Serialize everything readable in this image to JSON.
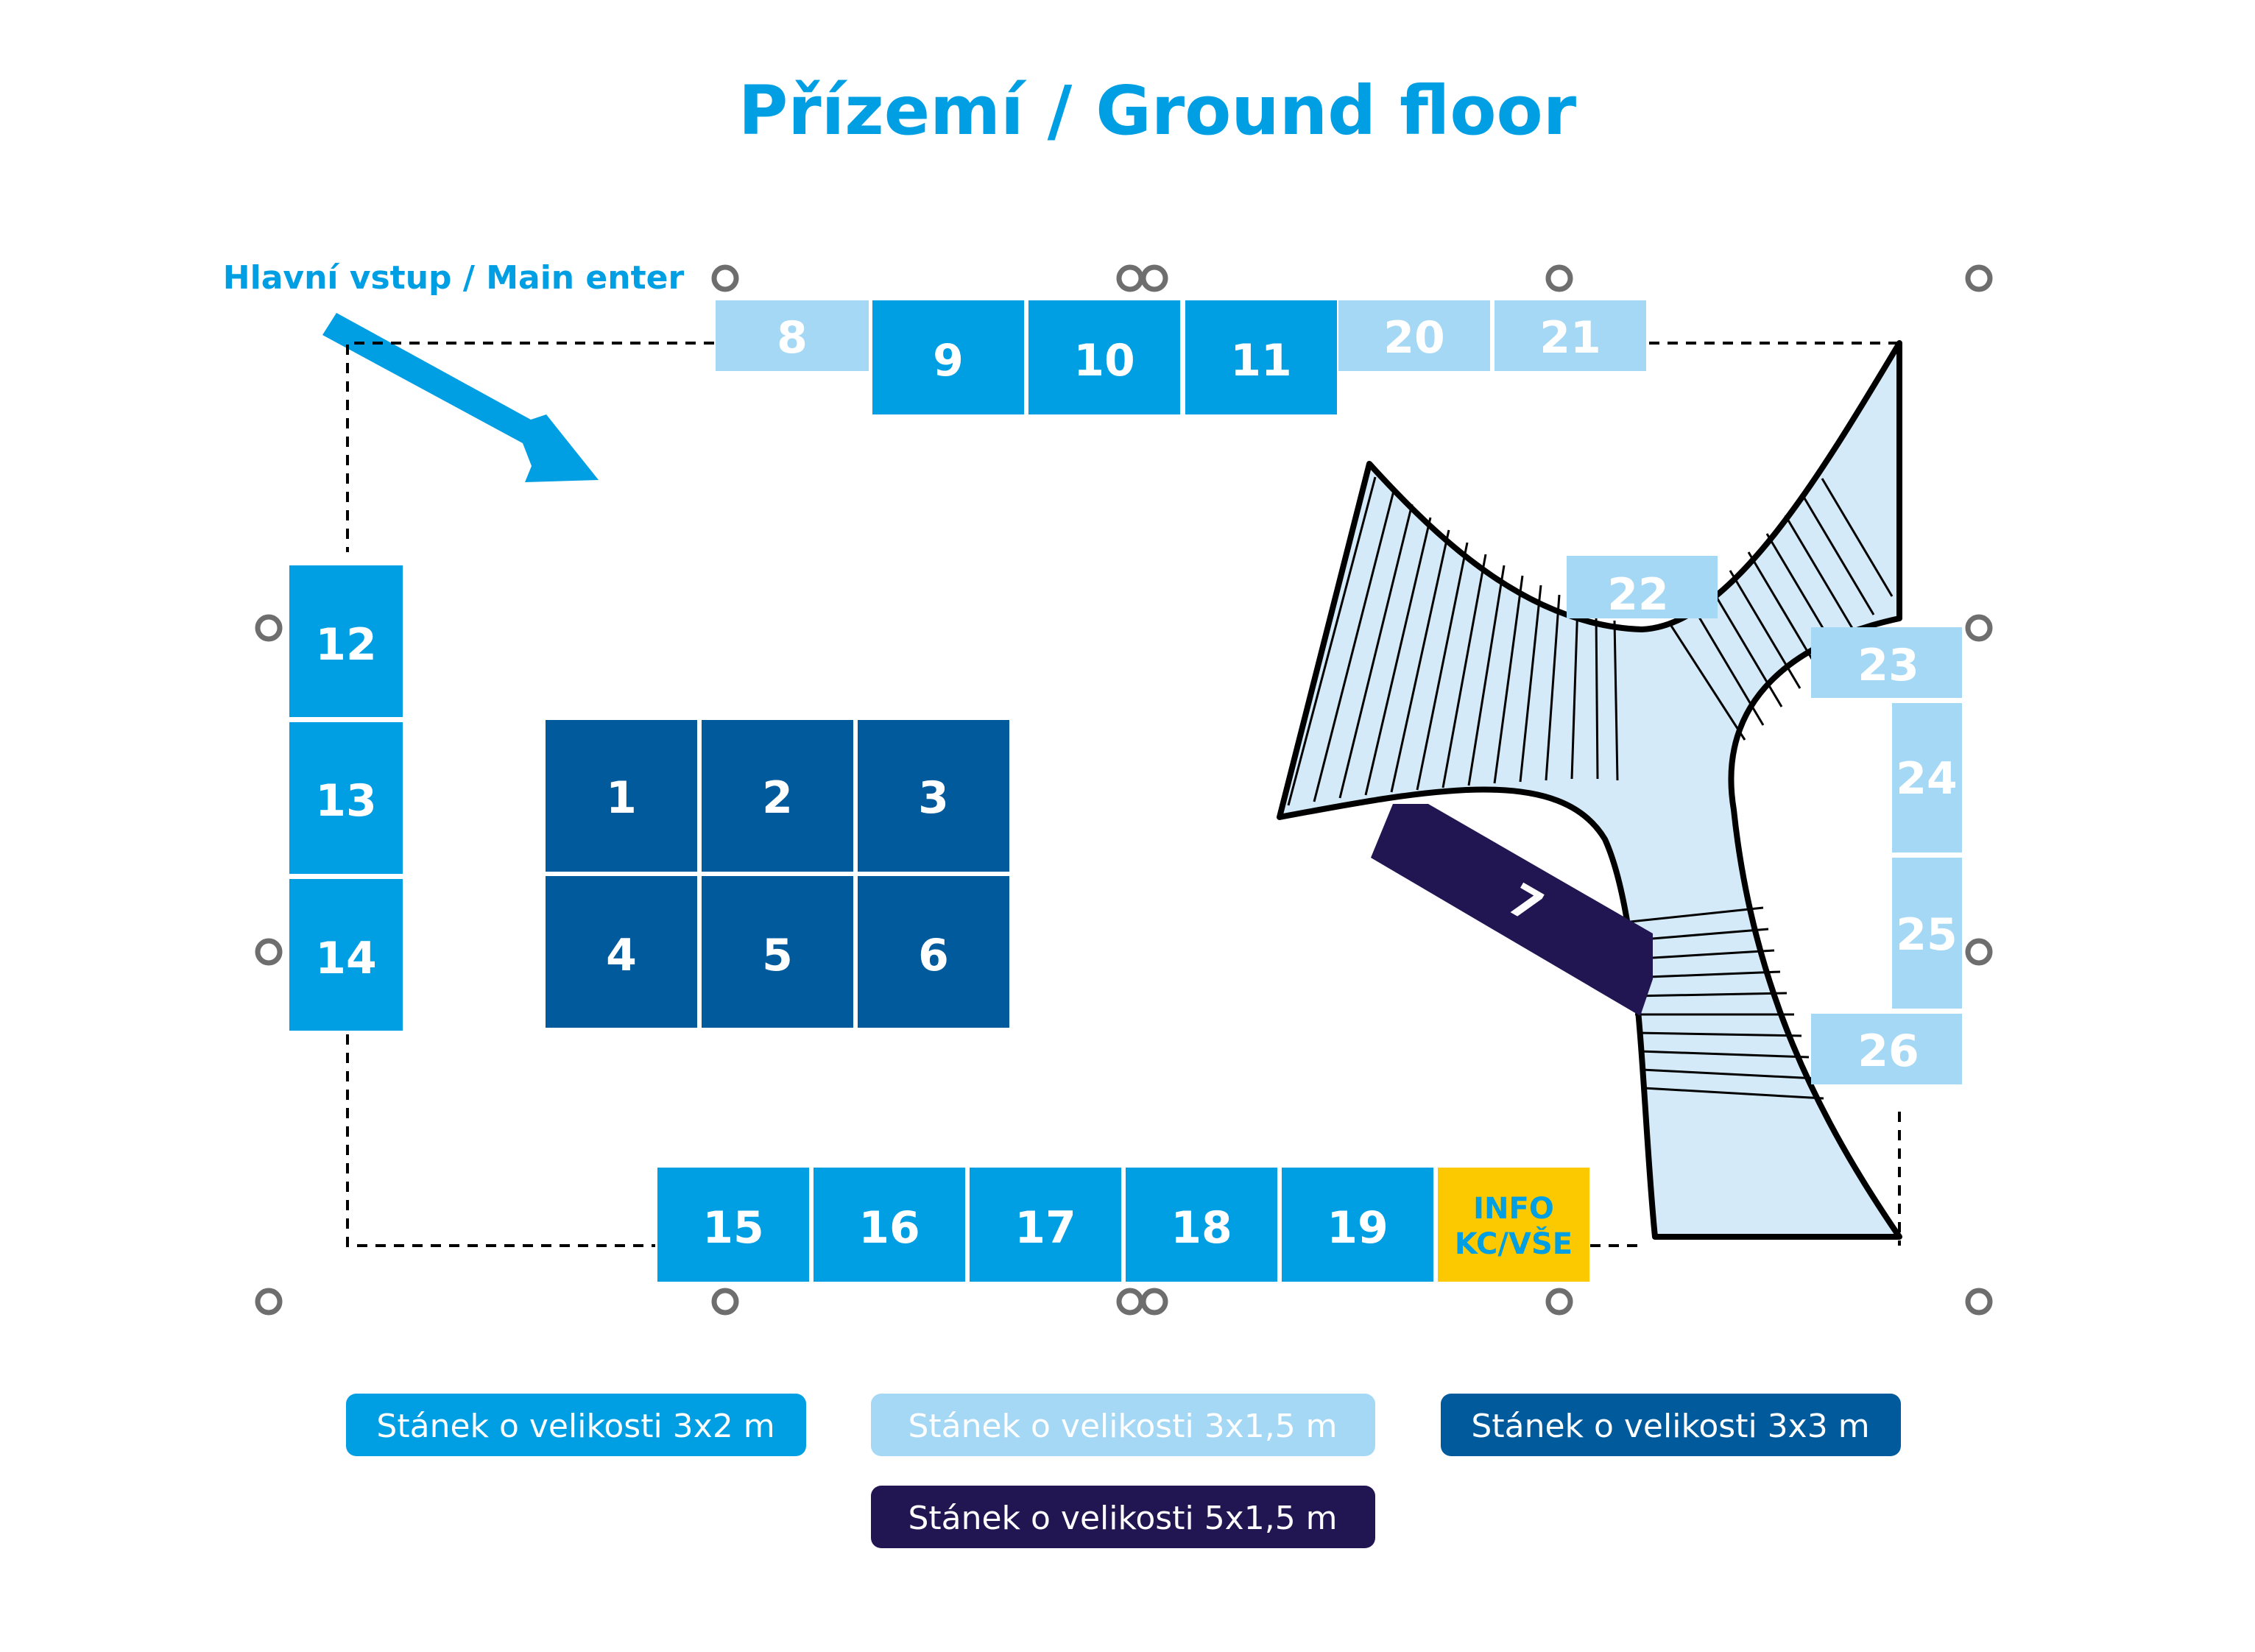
{
  "title": "Přízemí / Ground floor",
  "entrance_label": "Hlavní vstup / Main enter",
  "colors": {
    "title": "#009fe3",
    "booth_3x2": "#009fe3",
    "booth_3x1_5": "#a5d8f5",
    "booth_3x3": "#005a9b",
    "booth_5x1_5": "#211552",
    "info": "#fcc900",
    "info_text": "#009fe3",
    "stairs_fill": "#d4eaf9",
    "outline": "#000000",
    "column": "#6e6e6e"
  },
  "booths": [
    {
      "id": "1",
      "type": "3x3"
    },
    {
      "id": "2",
      "type": "3x3"
    },
    {
      "id": "3",
      "type": "3x3"
    },
    {
      "id": "4",
      "type": "3x3"
    },
    {
      "id": "5",
      "type": "3x3"
    },
    {
      "id": "6",
      "type": "3x3"
    },
    {
      "id": "7",
      "type": "5x1,5"
    },
    {
      "id": "8",
      "type": "3x1,5"
    },
    {
      "id": "9",
      "type": "3x2"
    },
    {
      "id": "10",
      "type": "3x2"
    },
    {
      "id": "11",
      "type": "3x2"
    },
    {
      "id": "12",
      "type": "3x2"
    },
    {
      "id": "13",
      "type": "3x2"
    },
    {
      "id": "14",
      "type": "3x2"
    },
    {
      "id": "15",
      "type": "3x2"
    },
    {
      "id": "16",
      "type": "3x2"
    },
    {
      "id": "17",
      "type": "3x2"
    },
    {
      "id": "18",
      "type": "3x2"
    },
    {
      "id": "19",
      "type": "3x2"
    },
    {
      "id": "20",
      "type": "3x1,5"
    },
    {
      "id": "21",
      "type": "3x1,5"
    },
    {
      "id": "22",
      "type": "3x1,5"
    },
    {
      "id": "23",
      "type": "3x1,5"
    },
    {
      "id": "24",
      "type": "3x1,5"
    },
    {
      "id": "25",
      "type": "3x1,5"
    },
    {
      "id": "26",
      "type": "3x1,5"
    }
  ],
  "info_booth": {
    "line1": "INFO",
    "line2": "KC/VŠE"
  },
  "legend": {
    "l3x2": "Stánek o velikosti 3x2 m",
    "l3x1_5": "Stánek o velikosti 3x1,5 m",
    "l3x3": "Stánek o velikosti 3x3 m",
    "l5x1_5": "Stánek o velikosti 5x1,5 m"
  }
}
